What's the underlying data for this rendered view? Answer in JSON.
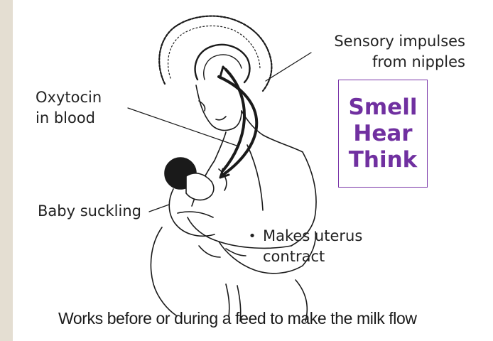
{
  "labels": {
    "sensory": "Sensory impulses\nfrom nipples",
    "oxytocin": "Oxytocin\nin blood",
    "baby": "Baby suckling"
  },
  "callout": {
    "lines": [
      "Smell",
      "Hear",
      "Think"
    ],
    "color": "#7030a0"
  },
  "bullet": {
    "marker": "•",
    "text": "Makes uterus contract"
  },
  "caption": "Works before or during a feed to make the milk flow"
}
